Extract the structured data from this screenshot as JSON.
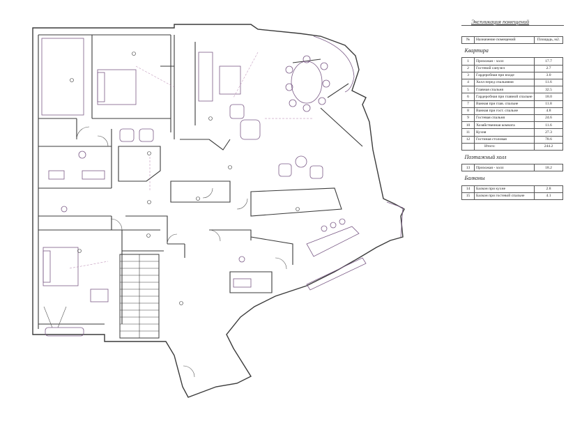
{
  "explication": {
    "title": "Экспликация помещений",
    "header": {
      "num": "№",
      "name": "Назначение помещений",
      "area": "Площадь, м2."
    },
    "sections": [
      {
        "title": "Квартира",
        "rows": [
          {
            "num": "1",
            "name": "Прихожая - холл",
            "area": "17.7"
          },
          {
            "num": "2",
            "name": "Гостевой санузел",
            "area": "2.7"
          },
          {
            "num": "3",
            "name": "Гардеробная при входе",
            "area": "3.0"
          },
          {
            "num": "4",
            "name": "Холл перед спальнями",
            "area": "11.6"
          },
          {
            "num": "5",
            "name": "Главная спальня",
            "area": "32.5"
          },
          {
            "num": "6",
            "name": "Гардеробная при главной спальне",
            "area": "18.0"
          },
          {
            "num": "7",
            "name": "Ванная при глав. спальне",
            "area": "11.8"
          },
          {
            "num": "8",
            "name": "Ванная при гост. спальне",
            "area": "4.8"
          },
          {
            "num": "9",
            "name": "Гостевая спальня",
            "area": "24.6"
          },
          {
            "num": "10",
            "name": "Хозяйственная комната",
            "area": "11.6"
          },
          {
            "num": "11",
            "name": "Кухня",
            "area": "27.3"
          },
          {
            "num": "12",
            "name": "Гостиная столовая",
            "area": "78.6"
          }
        ],
        "total": {
          "label": "Итого:",
          "area": "244.2"
        }
      },
      {
        "title": "Поэтажный холл",
        "rows": [
          {
            "num": "13",
            "name": "Прихожая - холл",
            "area": "18.2"
          }
        ]
      },
      {
        "title": "Балконы",
        "rows": [
          {
            "num": "14",
            "name": "Балкон при кухне",
            "area": "2.8"
          },
          {
            "num": "15",
            "name": "Балкон при гостевой спальне",
            "area": "4.1"
          }
        ]
      }
    ]
  },
  "colors": {
    "wall": "#3a3a3a",
    "furniture": "#7a5a86",
    "dash": "#b07aa8",
    "ink": "#222222"
  }
}
